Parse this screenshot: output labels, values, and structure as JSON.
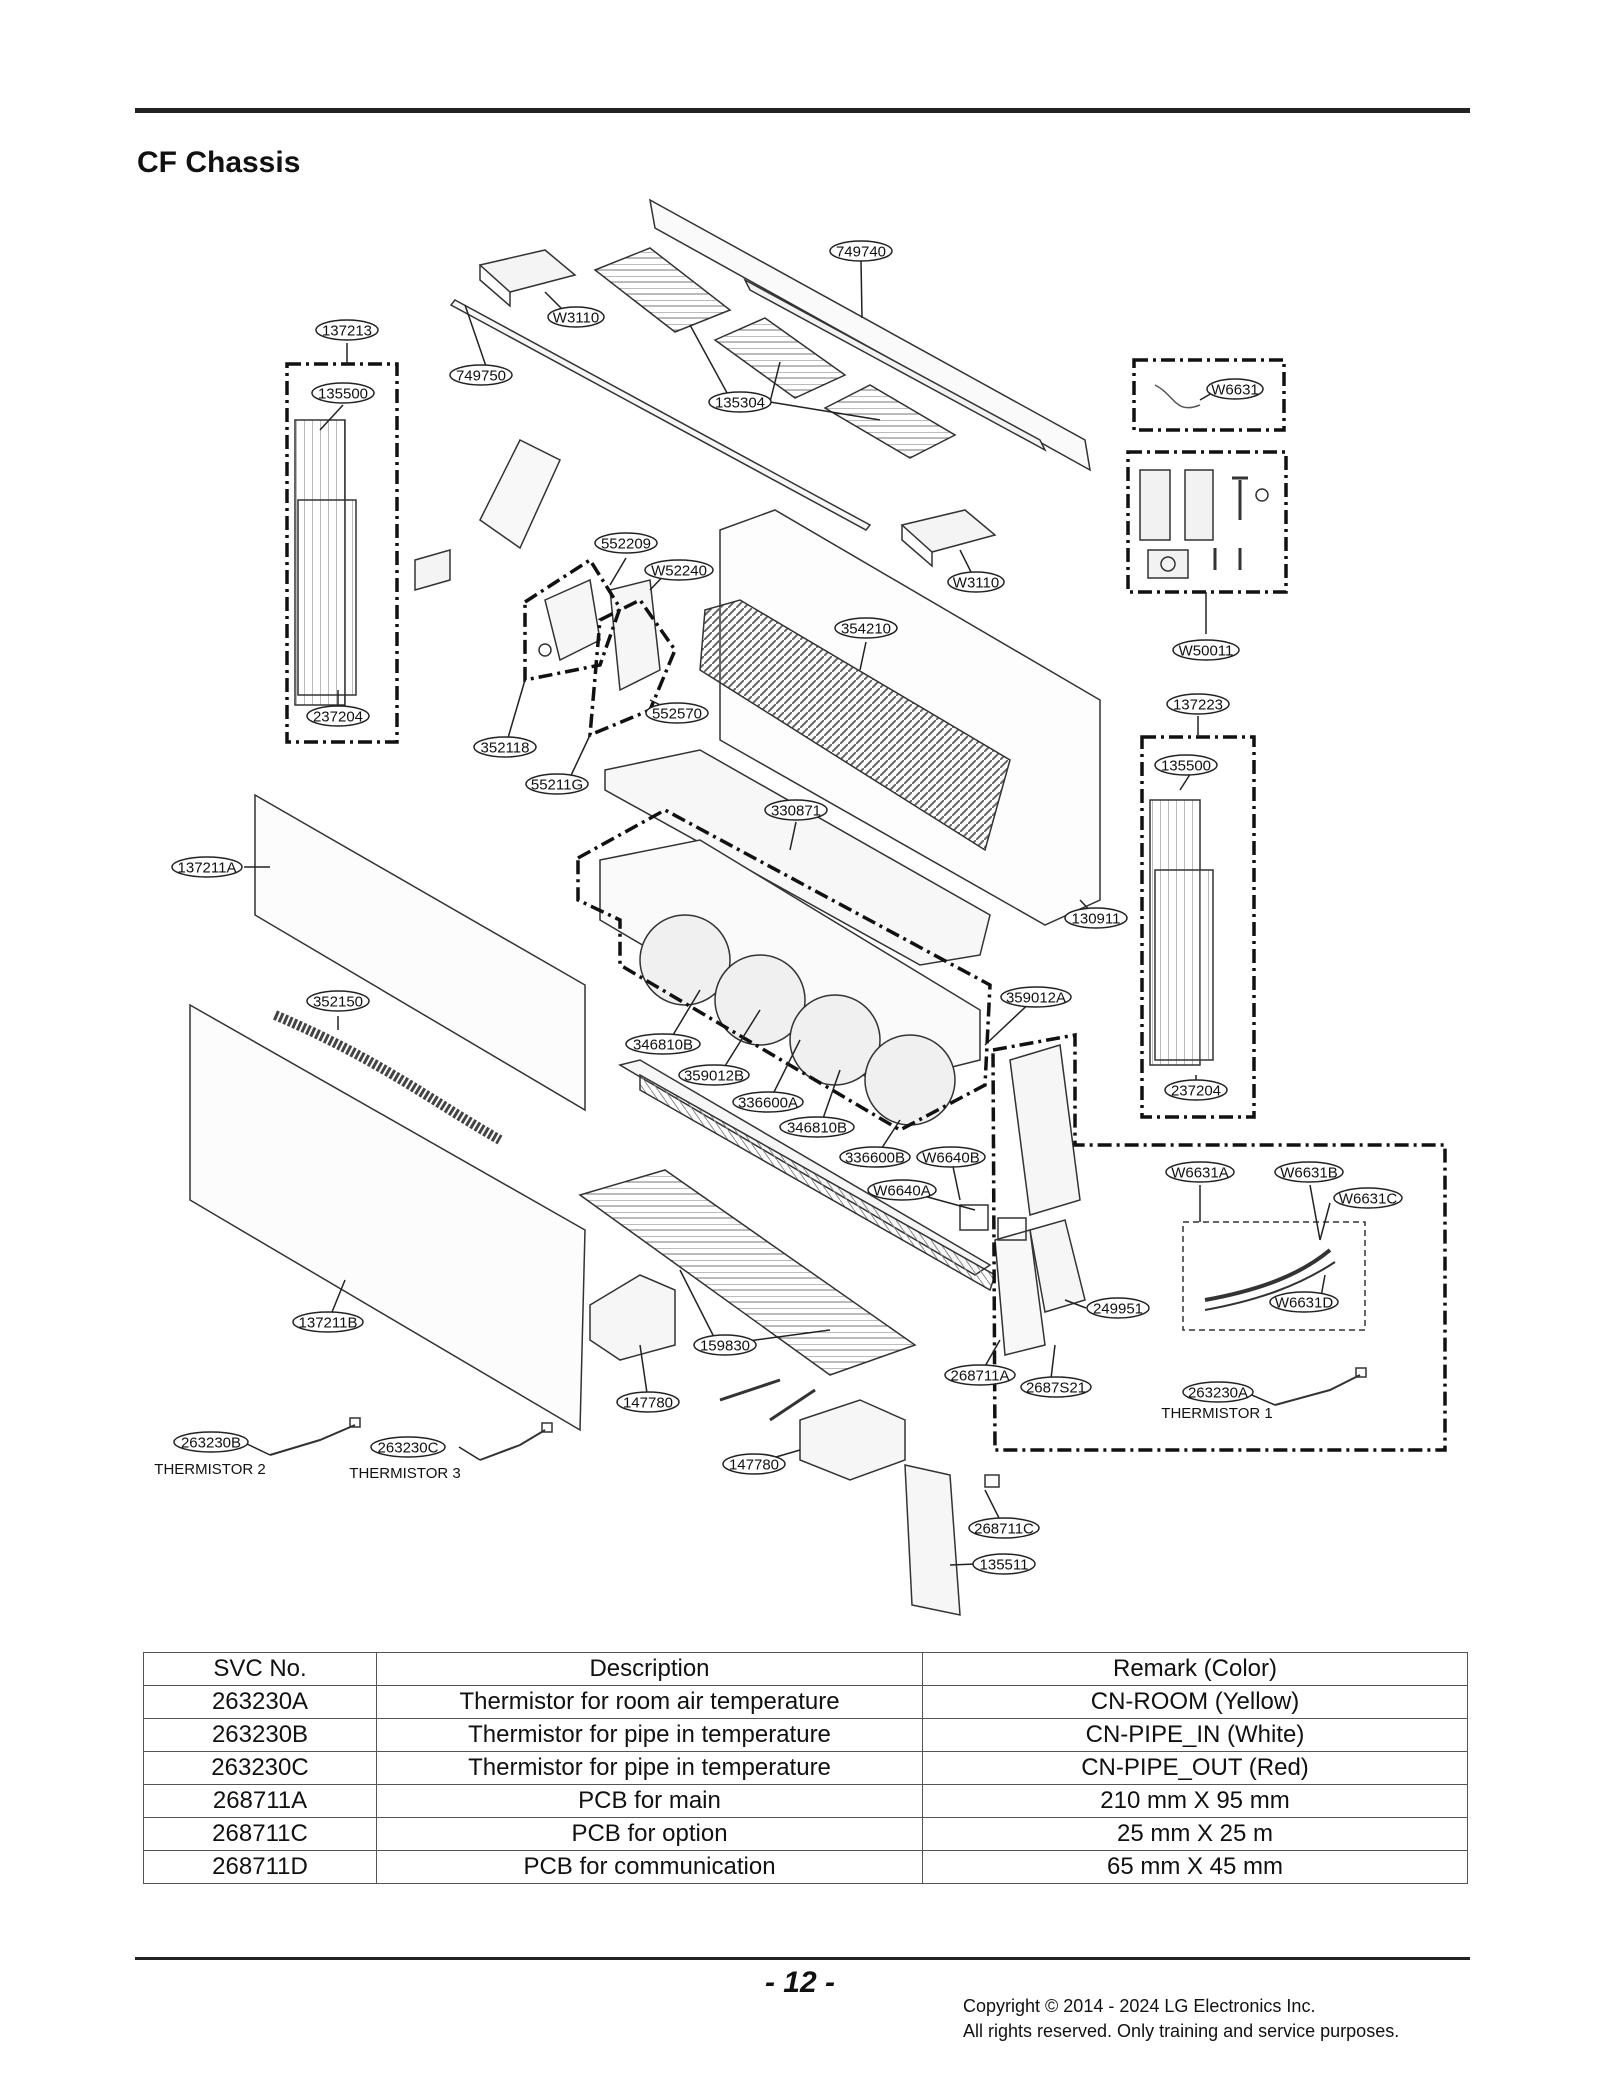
{
  "page": {
    "title": "CF Chassis",
    "page_number": "- 12 -",
    "copyright_line1": "Copyright © 2014 - 2024 LG Electronics Inc.",
    "copyright_line2": "All rights reserved. Only training and service purposes."
  },
  "diagram": {
    "callouts": {
      "c749740": "749740",
      "cW3110a": "W3110",
      "c749750": "749750",
      "c135304": "135304",
      "c137213": "137213",
      "c135500a": "135500",
      "cW6631": "W6631",
      "c552209": "552209",
      "cW52240": "W52240",
      "cW3110b": "W3110",
      "c354210": "354210",
      "cW50011": "W50011",
      "c237204a": "237204",
      "c352118": "352118",
      "c552570": "552570",
      "c137223": "137223",
      "c55211G": "55211G",
      "c135500b": "135500",
      "c330871": "330871",
      "c137211A": "137211A",
      "c130911": "130911",
      "c352150": "352150",
      "c359012A": "359012A",
      "c346810Ba": "346810B",
      "c359012B": "359012B",
      "c336600A": "336600A",
      "c346810Bb": "346810B",
      "c237204b": "237204",
      "c336600B": "336600B",
      "cW6640B": "W6640B",
      "cW6631A": "W6631A",
      "cW6631B": "W6631B",
      "cW6631C": "W6631C",
      "cW6640A": "W6640A",
      "c249951": "249951",
      "cW6631D": "W6631D",
      "c137211B": "137211B",
      "c159830": "159830",
      "c268711A": "268711A",
      "c2687S21": "2687S21",
      "c263230A": "263230A",
      "c147780a": "147780",
      "c263230B": "263230B",
      "c263230C": "263230C",
      "c147780b": "147780",
      "c268711C": "268711C",
      "c135511": "135511"
    },
    "notes": {
      "thermistor1": "THERMISTOR 1",
      "thermistor2": "THERMISTOR 2",
      "thermistor3": "THERMISTOR 3"
    }
  },
  "parts_table": {
    "headers": [
      "SVC No.",
      "Description",
      "Remark (Color)"
    ],
    "rows": [
      [
        "263230A",
        "Thermistor for room air temperature",
        "CN-ROOM (Yellow)"
      ],
      [
        "263230B",
        "Thermistor for pipe in temperature",
        "CN-PIPE_IN (White)"
      ],
      [
        "263230C",
        "Thermistor for pipe in temperature",
        "CN-PIPE_OUT (Red)"
      ],
      [
        "268711A",
        "PCB for main",
        "210 mm X 95 mm"
      ],
      [
        "268711C",
        "PCB for option",
        "25 mm X 25 m"
      ],
      [
        "268711D",
        "PCB for communication",
        "65 mm X 45 mm"
      ]
    ]
  }
}
